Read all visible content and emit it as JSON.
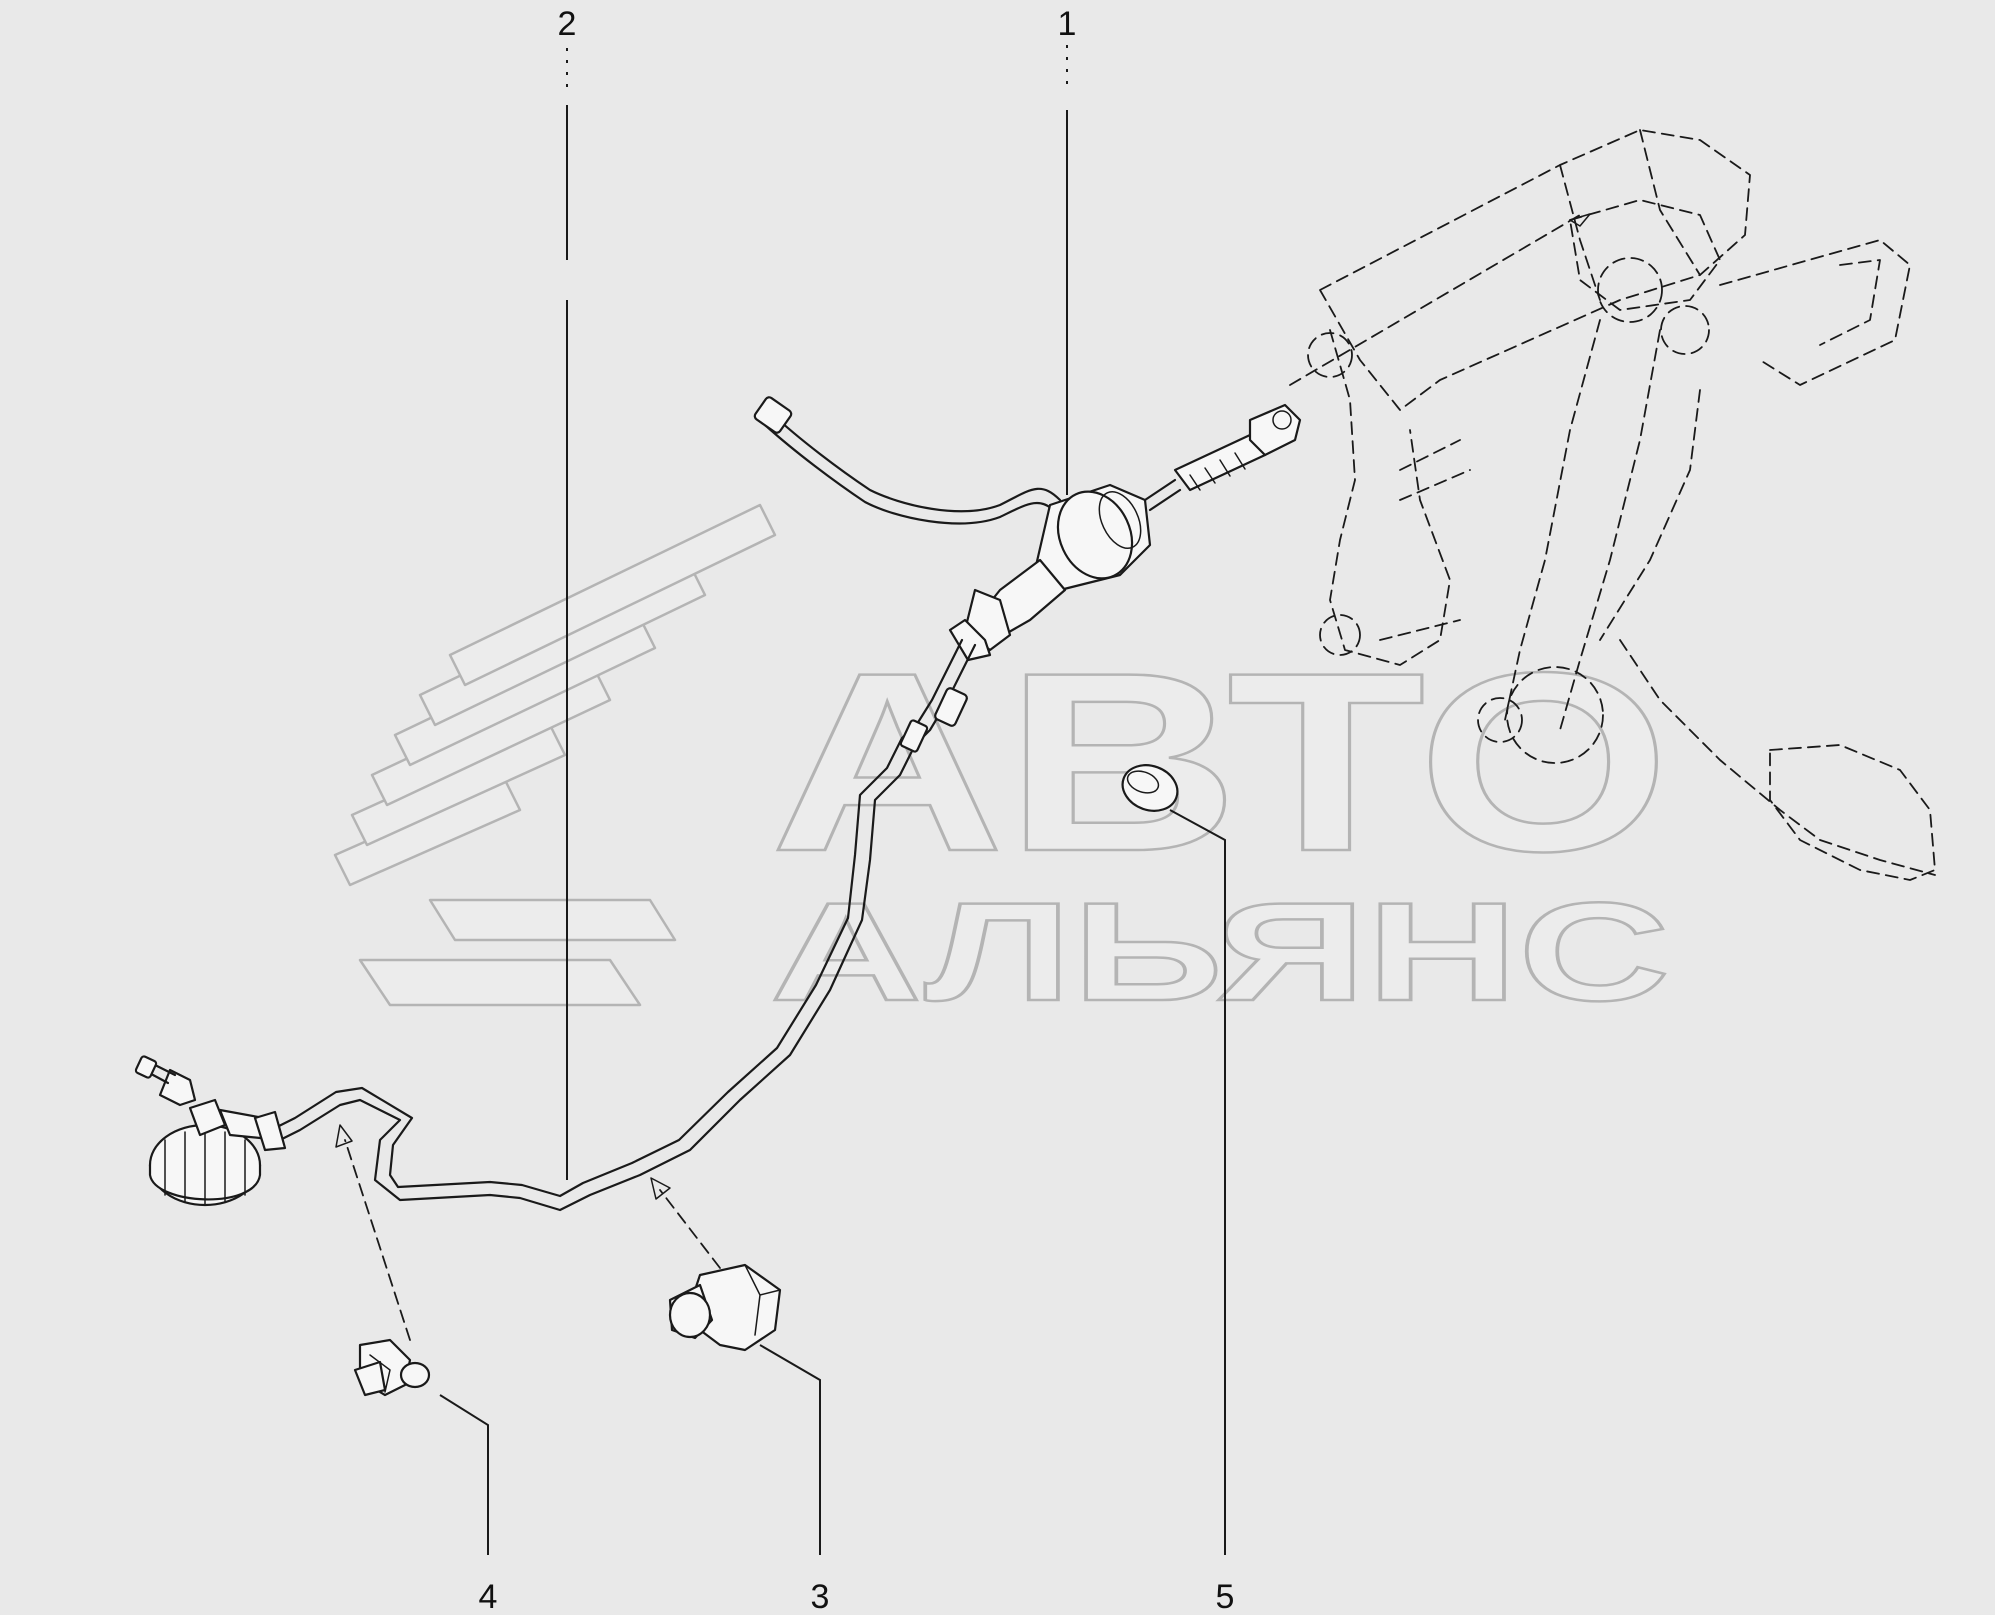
{
  "callouts": [
    {
      "id": "1",
      "label": "1"
    },
    {
      "id": "2",
      "label": "2"
    },
    {
      "id": "3",
      "label": "3"
    },
    {
      "id": "4",
      "label": "4"
    },
    {
      "id": "5",
      "label": "5"
    }
  ],
  "watermark": {
    "line1": "АВТО",
    "line2": "АЛЬЯНС"
  },
  "colors": {
    "background": "#e9e9e9",
    "ink": "#1a1a1a",
    "watermark_stroke": "#b4b4b4"
  }
}
